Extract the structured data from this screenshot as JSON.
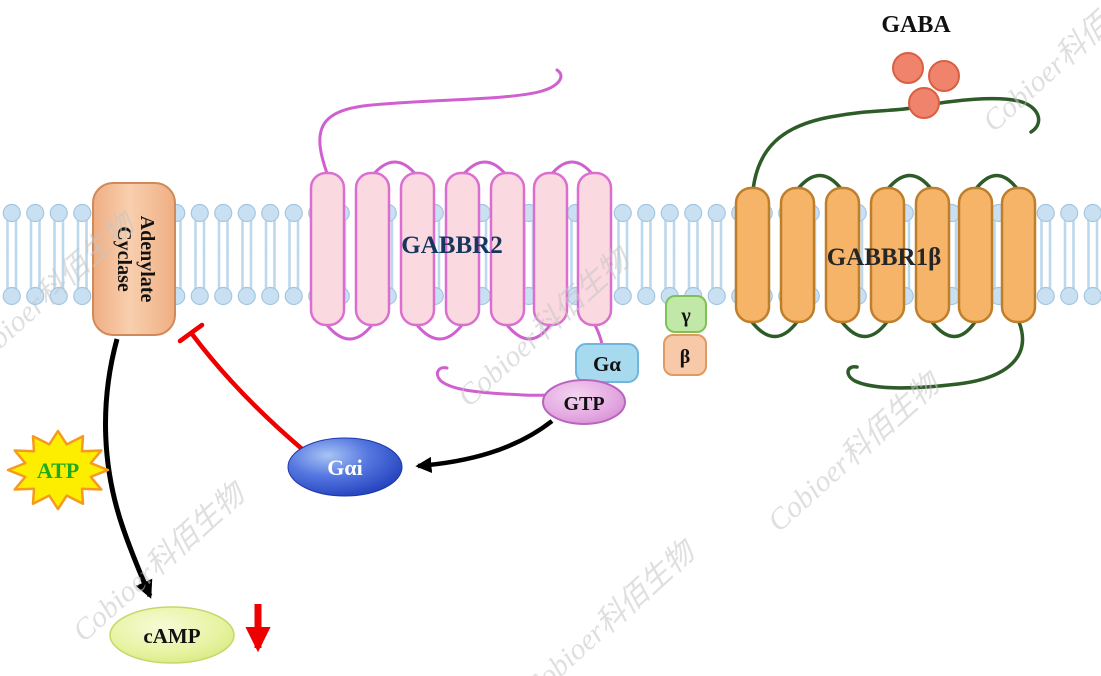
{
  "labels": {
    "gaba": "GABA",
    "gabbr2": "GABBR2",
    "gabbr1b": "GABBR1β",
    "adenylate_cyclase_line1": "Adenylate",
    "adenylate_cyclase_line2": "Cyclase",
    "g_alpha": "Gα",
    "gtp": "GTP",
    "gamma": "γ",
    "beta": "β",
    "g_alpha_i": "Gαi",
    "atp": "ATP",
    "camp": "cAMP"
  },
  "watermark": {
    "text": "Cobioer科佰生物"
  },
  "colors": {
    "membrane_head": "#c9e0f2",
    "membrane_tail": "#bcd8ec",
    "adenylate_fill": "#f4c09a",
    "adenylate_stroke": "#d08a5a",
    "gabbr2_helix_fill": "#fbd9e0",
    "gabbr2_outline": "#d86fd2",
    "gabbr2_label": "#17365d",
    "gabbr1b_helix_fill": "#f6b468",
    "gabbr1b_helix_stroke": "#bf7f2a",
    "gabbr1b_loop": "#2d5c28",
    "gabbr1b_label": "#262626",
    "gaba_ball_fill": "#f0836b",
    "gaba_ball_stroke": "#d95f43",
    "g_alpha_fill": "#a7d9ef",
    "gtp_fill": "#e3a6e0",
    "gamma_fill": "#c2e8a8",
    "beta_fill": "#f7c9a8",
    "g_alpha_i_fill": "#2b4fd0",
    "atp_star_fill": "#fdee00",
    "atp_star_stroke": "#f59a1e",
    "atp_text": "#1faa1f",
    "camp_fill": "#e7f3a0",
    "inhibition_red": "#ee0000",
    "arrow_black": "#000000",
    "watermark_gray": "#c6c6c6"
  }
}
